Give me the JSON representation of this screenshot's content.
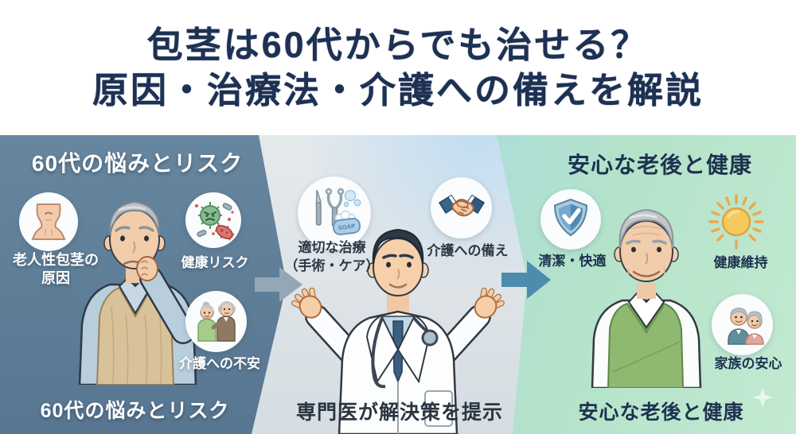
{
  "title": {
    "line1": "包茎は60代からでも治せる？",
    "line2": "原因・治療法・介護への備えを解説"
  },
  "panel_problems": {
    "header": "60代の悩みとリスク",
    "item_aging_line1": "老人性包茎の",
    "item_aging_line2": "原因",
    "item_health_risk": "健康リスク",
    "item_care_anxiety": "介護への不安",
    "caption": "60代の悩みとリスク"
  },
  "panel_solution": {
    "item_treatment_line1": "適切な治療",
    "item_treatment_line2": "（手術・ケア）",
    "soap_text": "SOAP",
    "item_care_prep": "介護への備え",
    "caption": "専門医が解決策を提示"
  },
  "panel_outcome": {
    "header": "安心な老後と健康",
    "item_clean": "清潔・快適",
    "item_health_keep": "健康維持",
    "item_family": "家族の安心",
    "caption": "安心な老後と健康"
  },
  "colors": {
    "title_text": "#1d3154",
    "panel_problems_bg": "#5e7d97",
    "panel_solution_bg": "#dde3e7",
    "panel_outcome_blue": "#9cd2ee",
    "panel_outcome_green": "#c2ead1",
    "arrow_gray": "#93a7b7",
    "arrow_blue": "#4d8cac",
    "label_light": "#ffffff",
    "label_dark": "#2b3946"
  }
}
